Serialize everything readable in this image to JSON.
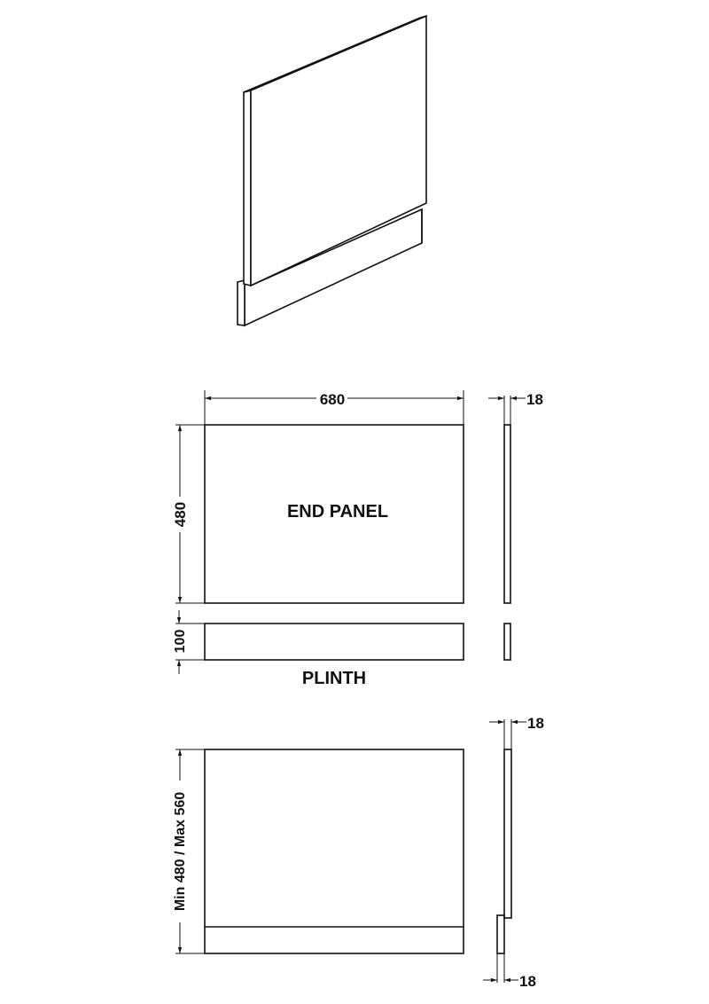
{
  "drawing": {
    "isometric_view": {
      "label": "isometric-end-panel-with-plinth"
    },
    "elevation_fixed": {
      "panel_label": "END PANEL",
      "plinth_label": "PLINTH",
      "width_dim": "680",
      "panel_height_dim": "480",
      "plinth_height_dim": "100",
      "thickness_dim": "18"
    },
    "elevation_adjustable": {
      "height_dim": "Min 480 / Max 560",
      "top_thickness_dim": "18",
      "bottom_thickness_dim": "18"
    }
  }
}
